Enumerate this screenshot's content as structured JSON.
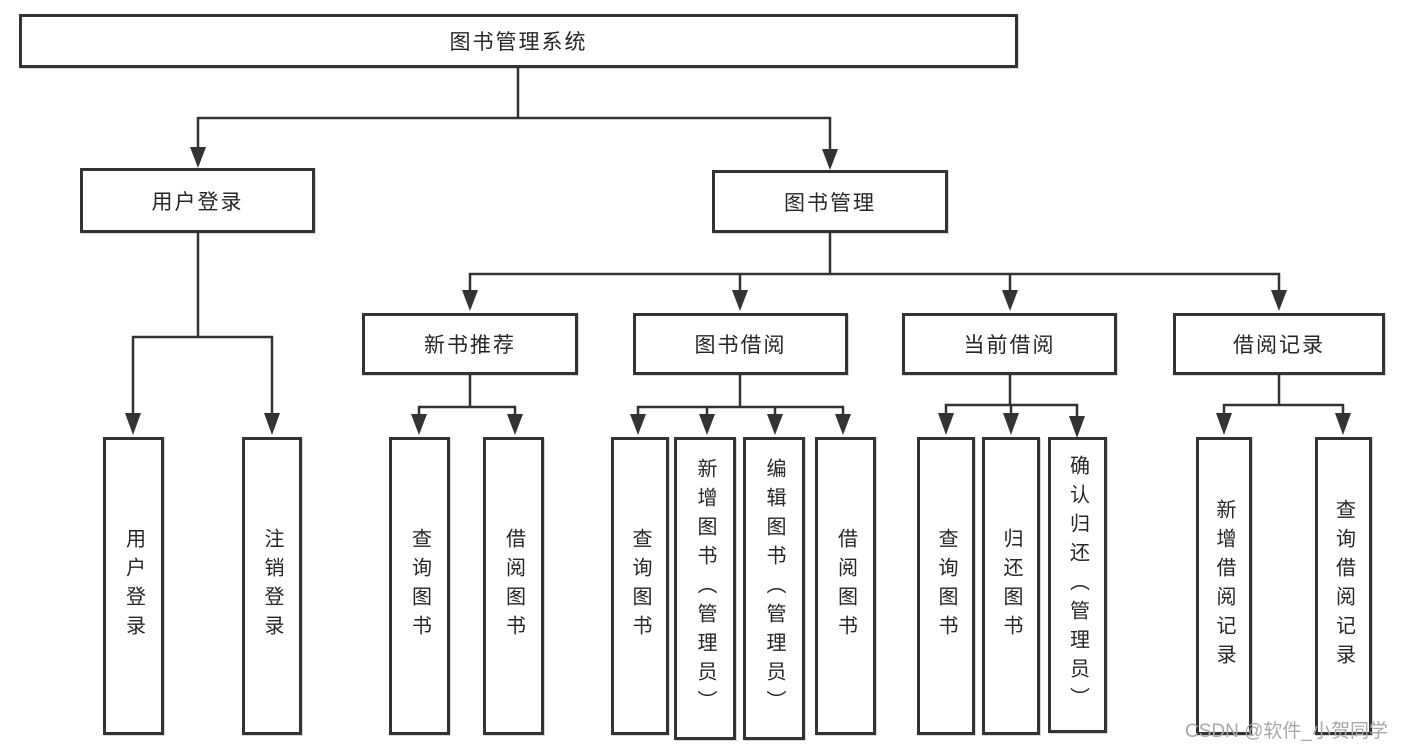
{
  "diagram_title": "图书管理系统",
  "nodes": {
    "root": "图书管理系统",
    "level2": [
      "用户登录",
      "图书管理"
    ],
    "level3": [
      "新书推荐",
      "图书借阅",
      "当前借阅",
      "借阅记录"
    ],
    "leaves_login": [
      "用户登录",
      "注销登录"
    ],
    "leaves_newbook": [
      "查询图书",
      "借阅图书"
    ],
    "leaves_borrow": [
      "查询图书",
      "新增图书（管理员）",
      "编辑图书（管理员）",
      "借阅图书"
    ],
    "leaves_current": [
      "查询图书",
      "归还图书",
      "确认归还（管理员）"
    ],
    "leaves_records": [
      "新增借阅记录",
      "查询借阅记录"
    ]
  },
  "watermark": "CSDN @软件_小贺同学",
  "colors": {
    "line": "#333333",
    "text": "#262626",
    "background": "#ffffff",
    "watermark": "#a8a8a8"
  }
}
